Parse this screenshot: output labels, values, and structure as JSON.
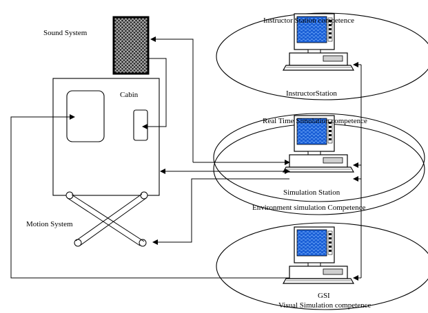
{
  "labels": {
    "sound_system": "Sound System",
    "cabin": "Cabin",
    "motion_system": "Motion System",
    "instructor_station_competence": "Instructor Station competence",
    "instructor_station": "InstructorStation",
    "real_time_simulation_competence": "Real Time Simulation competence",
    "simulation_station": "Simulation Station",
    "environment_simulation_competence": "Environment simulation Competence",
    "gsi": "GSI",
    "visual_simulation_competence": "Visual Simulation competence"
  },
  "colors": {
    "screen": "#1a5fd6",
    "screen_pattern": "#7fb4ff",
    "line": "#000000",
    "speaker": "#2a2a2a"
  },
  "icons": {
    "computer": "computer-icon",
    "speaker": "speaker-icon"
  }
}
